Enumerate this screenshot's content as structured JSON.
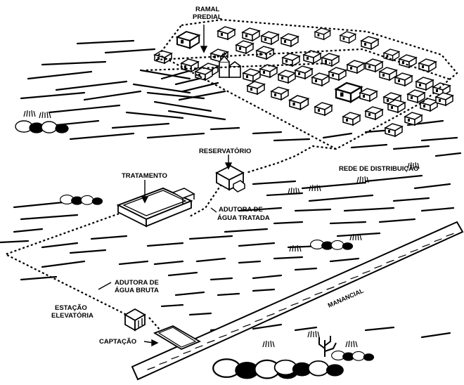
{
  "labels": {
    "ramal_line1": "RAMAL",
    "ramal_line2": "PREDIAL",
    "reservatorio": "RESERVATÓRIO",
    "rede": "REDE DE DISTRIBUIÇÃO",
    "tratamento": "TRATAMENTO",
    "adutora_tratada_line1": "ADUTORA DE",
    "adutora_tratada_line2": "ÁGUA TRATADA",
    "adutora_bruta_line1": "ADUTORA DE",
    "adutora_bruta_line2": "ÁGUA BRUTA",
    "estacao_line1": "ESTAÇÃO",
    "estacao_line2": "ELEVATÓRIA",
    "manancial": "MANANCIAL",
    "captacao": "CAPTAÇÃO"
  }
}
